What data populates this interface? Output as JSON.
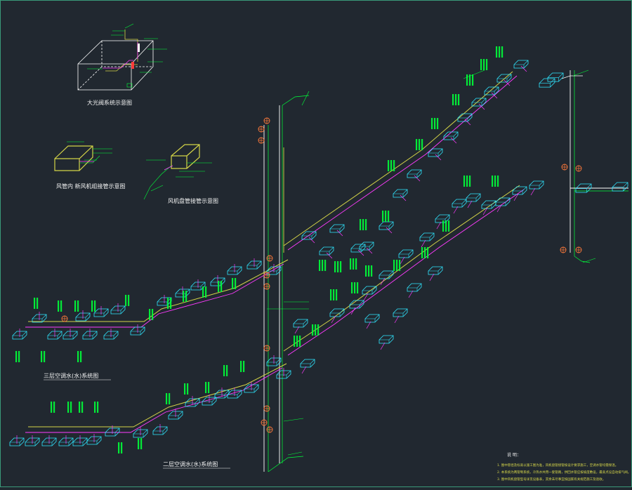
{
  "drawing": {
    "background": "#212830",
    "colors": {
      "pipe_main": "#d4d447",
      "pipe_branch": "#ff3bff",
      "duct_unit": "#2fe6ff",
      "leader": "#00ff3a",
      "riser": "#ffffff",
      "valve": "#ff7a3a",
      "note": "#d8d84a",
      "caption": "#f4f4f4"
    },
    "captions": {
      "detail_1": "大光阀系统示意图",
      "detail_2": "风管内 新风机组接管示意图",
      "detail_3": "风机盘管接管示意图",
      "floor_2": "二层空调水(水)系统图",
      "floor_3": "三层空调水(水)系统图"
    },
    "notes": {
      "head": "说 明：",
      "lines": [
        "1. 图中管径及标高以施工图为准，风机盘管接管按设计要求施工，空调水管均需保温。",
        "2. 本系统为两管制系统，冷热水共用一套管路，供回水管应按坡度敷设，最高点设自动排气阀。",
        "3. 图中风机盘管型号详见设备表，其余未尽事宜按国家有关规范施工及验收。"
      ]
    },
    "icons": [
      "valve-icon",
      "fan-coil-unit-icon",
      "riser-pipe-icon"
    ]
  }
}
